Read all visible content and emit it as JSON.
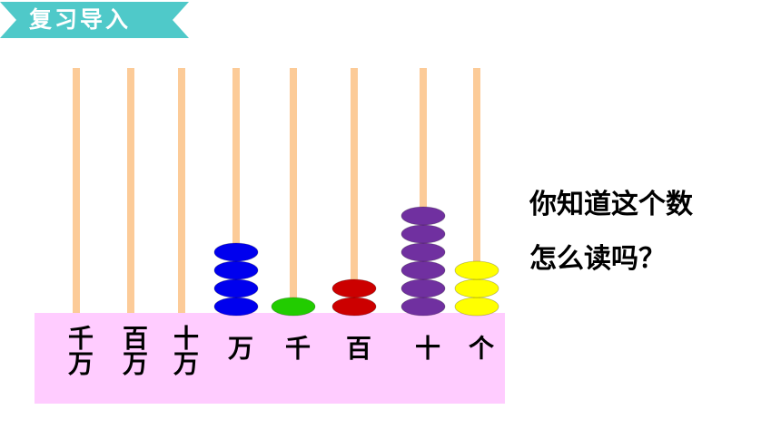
{
  "header": {
    "title": "复习导入",
    "color": "#4fc9c9"
  },
  "abacus": {
    "frame_color": "#ffccff",
    "rod_color": "#fccb98",
    "columns": [
      {
        "label": "千万",
        "beads": 0,
        "bead_color": ""
      },
      {
        "label": "百万",
        "beads": 0,
        "bead_color": ""
      },
      {
        "label": "十万",
        "beads": 0,
        "bead_color": ""
      },
      {
        "label": "万",
        "beads": 4,
        "bead_color": "#0000ee"
      },
      {
        "label": "千",
        "beads": 1,
        "bead_color": "#22cc00"
      },
      {
        "label": "百",
        "beads": 2,
        "bead_color": "#cc0000"
      },
      {
        "label": "十",
        "beads": 6,
        "bead_color": "#7030a0"
      },
      {
        "label": "个",
        "beads": 3,
        "bead_color": "#ffff00"
      }
    ]
  },
  "question": {
    "line1": "你知道这个数",
    "line2": "怎么读吗？"
  }
}
